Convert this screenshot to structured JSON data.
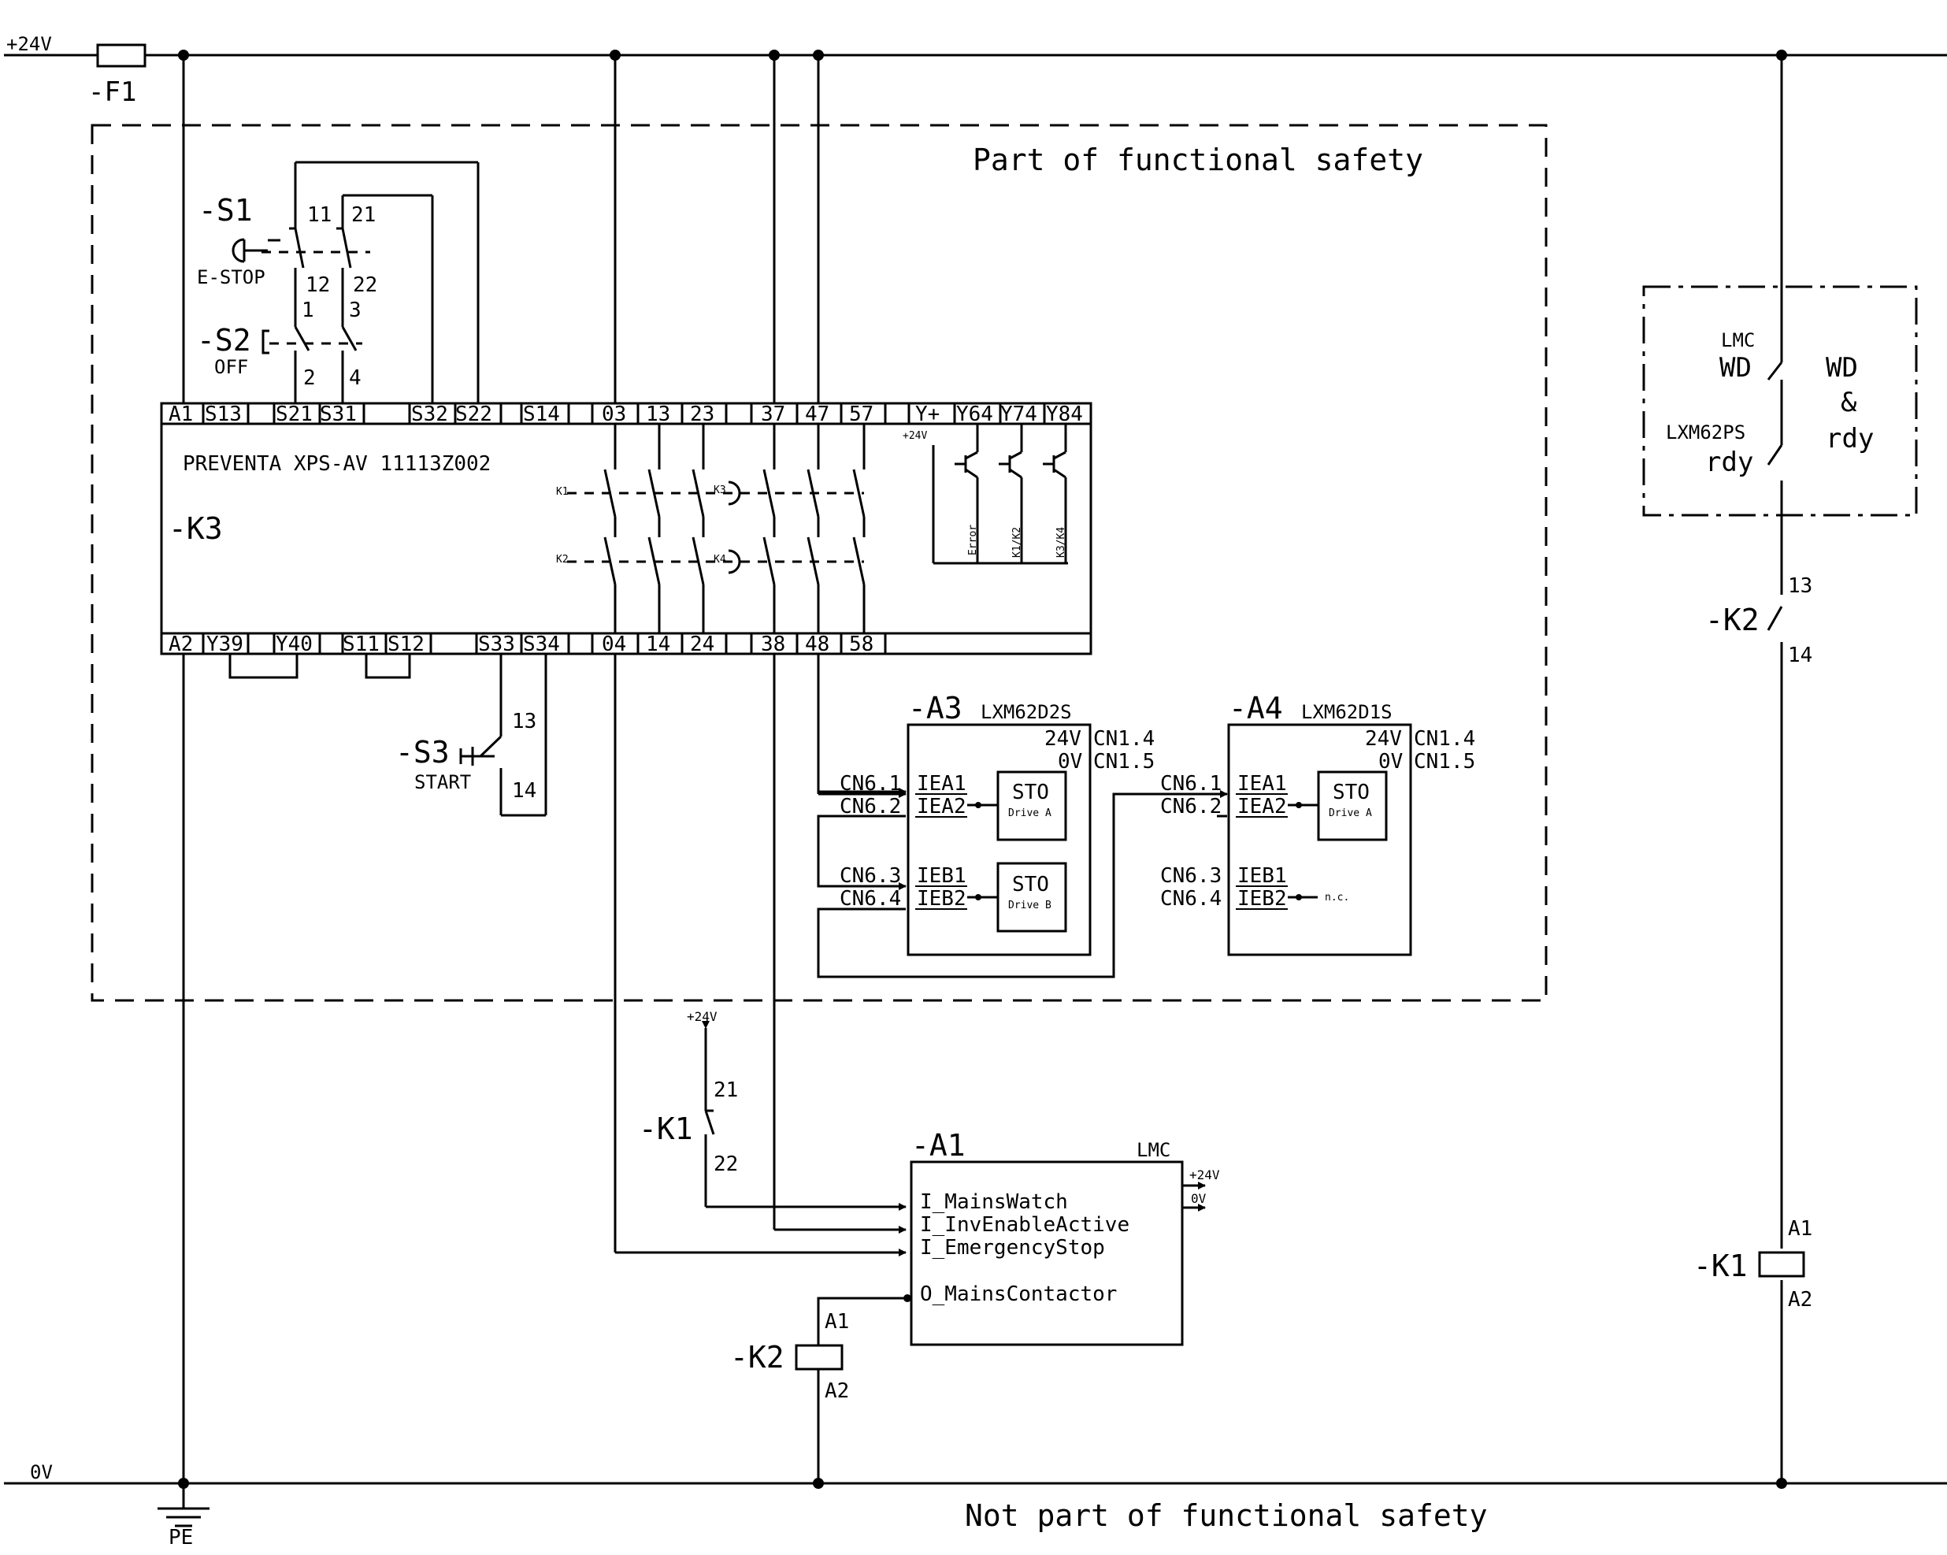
{
  "rails": {
    "top": "+24V",
    "bottom": "0V",
    "earth": "PE"
  },
  "zones": {
    "safety": "Part of functional safety",
    "not_safety": "Not part of functional safety"
  },
  "fuse": {
    "tag": "-F1"
  },
  "s1": {
    "tag": "-S1",
    "name": "E-STOP",
    "t11": "11",
    "t12": "12",
    "t21": "21",
    "t22": "22"
  },
  "s2": {
    "tag": "-S2",
    "name": "OFF",
    "t1": "1",
    "t2": "2",
    "t3": "3",
    "t4": "4"
  },
  "s3": {
    "tag": "-S3",
    "name": "START",
    "t13": "13",
    "t14": "14"
  },
  "k3": {
    "tag": "-K3",
    "model": "PREVENTA XPS-AV 11113Z002",
    "top_terminals": [
      "A1",
      "S13",
      "S21",
      "S31",
      "S32",
      "S22",
      "S14",
      "03",
      "13",
      "23",
      "37",
      "47",
      "57",
      "Y+",
      "Y64",
      "Y74",
      "Y84"
    ],
    "bottom_terminals": [
      "A2",
      "Y39",
      "Y40",
      "S11",
      "S12",
      "S33",
      "S34",
      "04",
      "14",
      "24",
      "38",
      "48",
      "58"
    ],
    "relays": [
      "K1",
      "K3",
      "K2",
      "K4"
    ],
    "supply": "+24V",
    "outputs": [
      "Error",
      "K1/K2",
      "K3/K4"
    ]
  },
  "a3": {
    "tag": "-A3",
    "model": "LXM62D2S",
    "v24": "24V",
    "v0": "0V",
    "cn14": "CN1.4",
    "cn15": "CN1.5",
    "pins": [
      "CN6.1",
      "CN6.2",
      "CN6.3",
      "CN6.4"
    ],
    "inputs": [
      "IEA1",
      "IEA2",
      "IEB1",
      "IEB2"
    ],
    "sto": "STO",
    "drive_a": "Drive A",
    "drive_b": "Drive B"
  },
  "a4": {
    "tag": "-A4",
    "model": "LXM62D1S",
    "v24": "24V",
    "v0": "0V",
    "cn14": "CN1.4",
    "cn15": "CN1.5",
    "pins": [
      "CN6.1",
      "CN6.2",
      "CN6.3",
      "CN6.4"
    ],
    "inputs": [
      "IEA1",
      "IEA2",
      "IEB1",
      "IEB2"
    ],
    "sto": "STO",
    "drive_a": "Drive A",
    "nc": "n.c."
  },
  "lmc_box": {
    "lmc": "LMC",
    "wd": "WD",
    "ps": "LXM62PS",
    "rdy": "rdy",
    "label_wd": "WD",
    "label_and": "&",
    "label_rdy": "rdy"
  },
  "k2_contact": {
    "tag": "-K2",
    "t13": "13",
    "t14": "14"
  },
  "k1_coil": {
    "tag": "-K1",
    "a1": "A1",
    "a2": "A2"
  },
  "k1_contact": {
    "tag": "-K1",
    "supply": "+24V",
    "t21": "21",
    "t22": "22"
  },
  "a1": {
    "tag": "-A1",
    "model": "LMC",
    "inputs": [
      "I_MainsWatch",
      "I_InvEnableActive",
      "I_EmergencyStop"
    ],
    "output": "O_MainsContactor",
    "p24": "+24V",
    "p0": "0V"
  },
  "k2_coil": {
    "tag": "-K2",
    "a1": "A1",
    "a2": "A2"
  }
}
